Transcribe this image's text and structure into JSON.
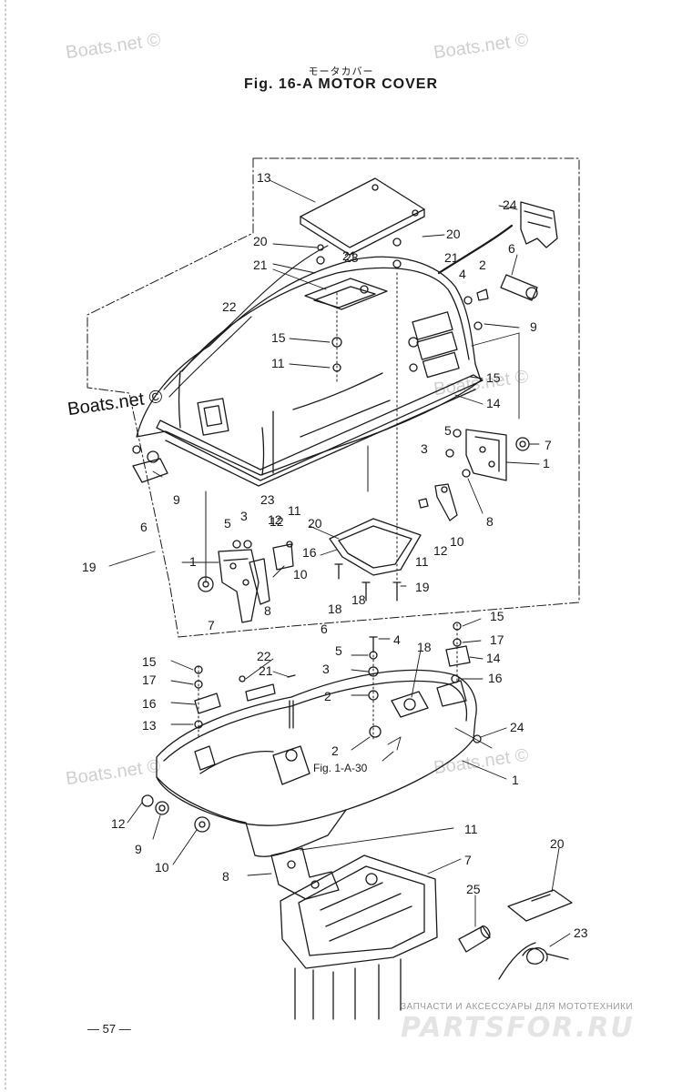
{
  "header": {
    "subtitle_jp": "モータカバー",
    "title": "Fig. 16-A   MOTOR COVER"
  },
  "watermarks": {
    "light": "Boats.net ©",
    "dark": "Boats.net ©"
  },
  "diagram": {
    "cross_reference": "Fig. 1-A-30",
    "part_labels": {
      "upper": [
        "13",
        "20",
        "20",
        "21",
        "21",
        "22",
        "23",
        "24",
        "6",
        "2",
        "4",
        "21",
        "9",
        "15",
        "11",
        "15",
        "14",
        "5",
        "7",
        "3",
        "1",
        "8",
        "10",
        "12",
        "11",
        "16",
        "20",
        "11",
        "12",
        "10",
        "19",
        "18",
        "18",
        "19",
        "6",
        "9",
        "23",
        "1",
        "5",
        "3",
        "12",
        "7",
        "8"
      ],
      "lower": [
        "15",
        "17",
        "4",
        "6",
        "5",
        "18",
        "22",
        "21",
        "3",
        "14",
        "15",
        "17",
        "16",
        "13",
        "16",
        "2",
        "24",
        "2",
        "1",
        "12",
        "9",
        "10",
        "11",
        "7",
        "8",
        "20",
        "25",
        "23"
      ]
    }
  },
  "footer": {
    "page_number": "— 57 —",
    "ad_line": "ЗАПЧАСТИ И АКСЕССУАРЫ ДЛЯ МОТОТЕХНИКИ",
    "ad_brand": "PARTSFOR.RU"
  }
}
